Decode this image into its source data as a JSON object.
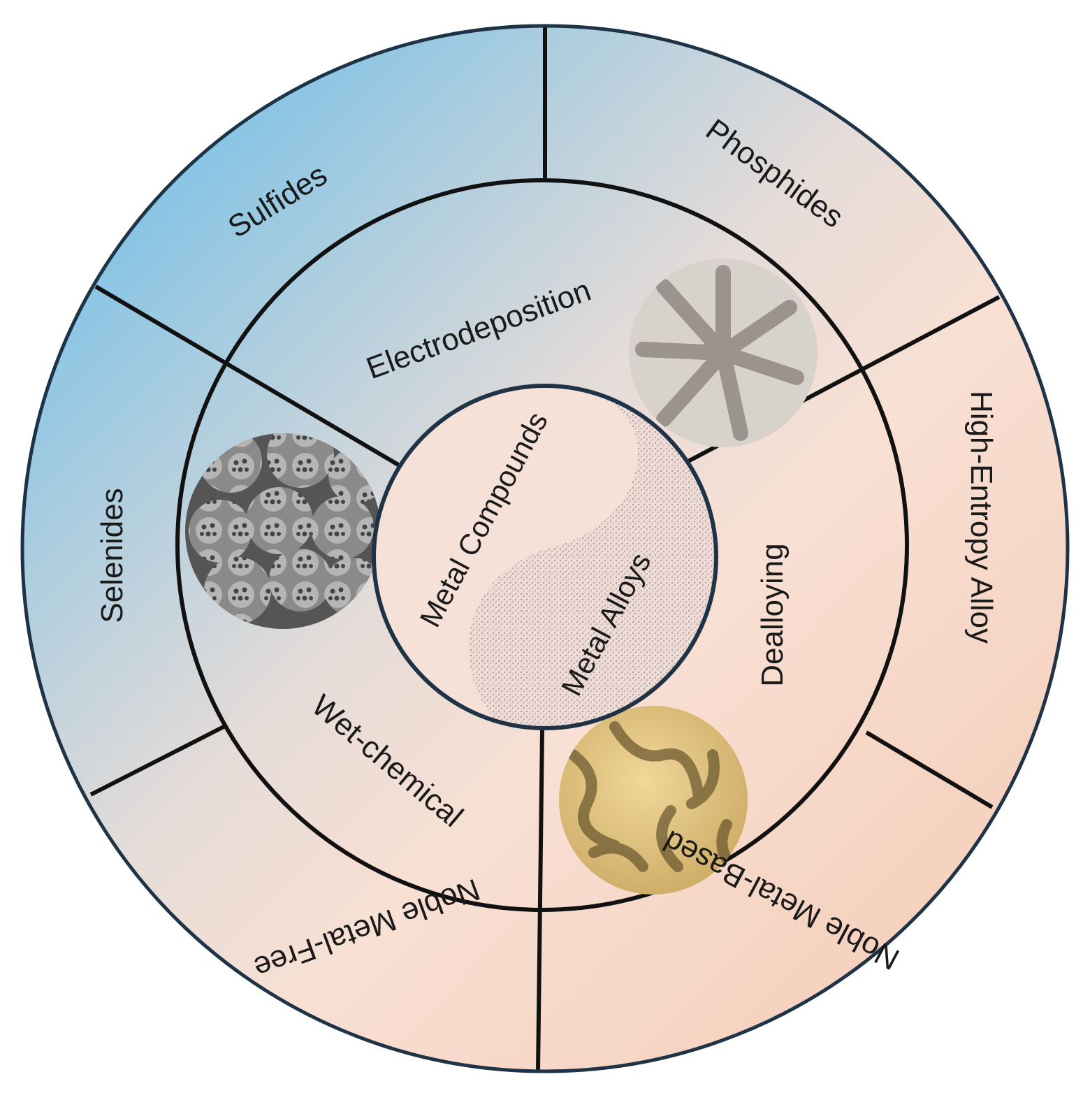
{
  "colors": {
    "gradient_start": "#67bde9",
    "gradient_mid": "#e9dcd6",
    "gradient_end": "#f5cfbb",
    "outer_border": "#1f3346",
    "divider": "#111111"
  },
  "outer_ring": {
    "sulfides": "Sulfides",
    "phosphides": "Phosphides",
    "high_entropy": "High-Entropy Alloy",
    "noble_based": "Noble Metal-Based",
    "noble_free": "Noble Metal-Free",
    "selenides": "Selenides"
  },
  "middle_ring": {
    "electrodeposition": "Electrodeposition",
    "dealloying": "Dealloying",
    "wet_chemical": "Wet-chemical"
  },
  "core": {
    "compounds": "Metal Compounds",
    "alloys": "Metal Alloys"
  }
}
